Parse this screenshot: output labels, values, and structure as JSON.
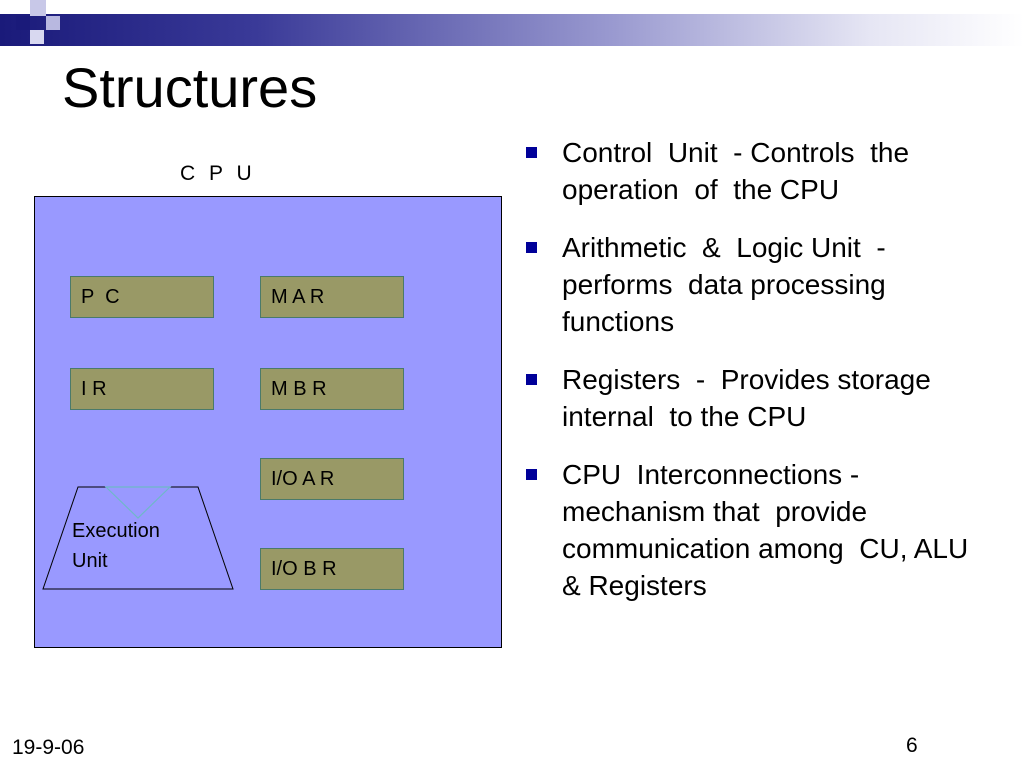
{
  "slide": {
    "title": "Structures",
    "footer_date": "19-9-06",
    "page_number": "6"
  },
  "diagram": {
    "cpu_label": "C  P  U",
    "registers": {
      "pc": "P  C",
      "mar": "M A R",
      "ir": "I R",
      "mbr": "M B R",
      "ioar": "I/O A R",
      "iobr": "I/O B R"
    },
    "execution_unit": {
      "line1": "Execution",
      "line2": "Unit"
    }
  },
  "bullets": [
    {
      "text": "Control  Unit  - Controls  the operation  of  the CPU"
    },
    {
      "text": "Arithmetic  &  Logic Unit  - performs  data processing functions"
    },
    {
      "text": "Registers  -  Provides storage internal  to the CPU"
    },
    {
      "text": "CPU  Interconnections - mechanism that  provide communication among  CU, ALU  & Registers"
    }
  ],
  "colors": {
    "cpu_fill": "#9999ff",
    "register_fill": "#999966",
    "bullet_marker": "#000099",
    "header_dark": "#1a1a7a"
  }
}
